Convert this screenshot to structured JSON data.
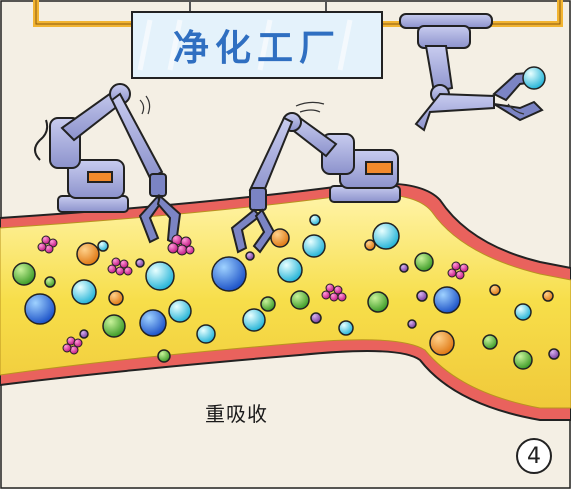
{
  "sign": {
    "text": "净化工厂"
  },
  "caption": {
    "text": "重吸收"
  },
  "panel_number": {
    "text": "4"
  },
  "colors": {
    "background": "#f4efe4",
    "vessel_wall": "#e9625d",
    "vessel_fill": "#f6e04d",
    "machine_body": "#9aa0d6",
    "pipe": "#f2b431",
    "sign_text": "#2f6fc1"
  },
  "icons": [
    "robot-arm-icon",
    "gripper-claw-icon",
    "sphere-particle-icon",
    "molecule-cluster-icon",
    "ceiling-pipe-icon"
  ]
}
